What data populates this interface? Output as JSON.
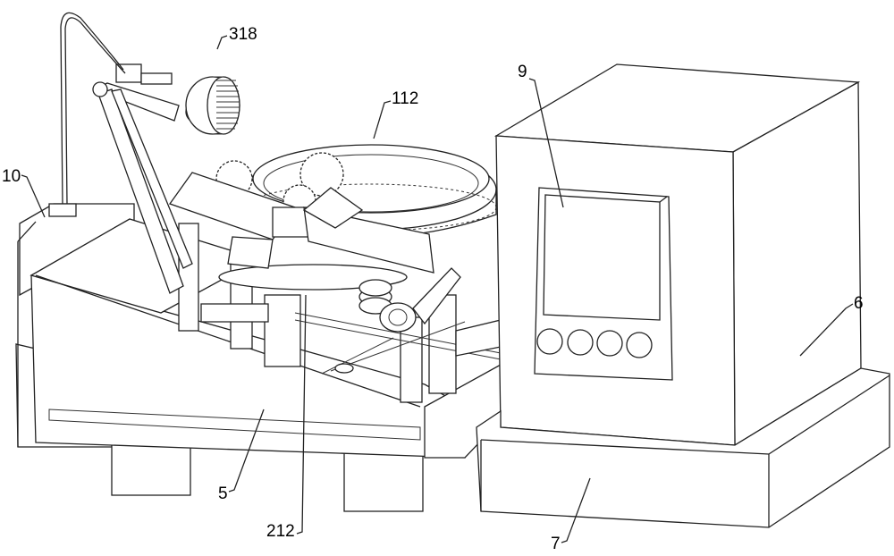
{
  "figure": {
    "labels": {
      "l318": "318",
      "l112": "112",
      "l9": "9",
      "l10": "10",
      "l6": "6",
      "l5": "5",
      "l212": "212",
      "l7": "7"
    }
  }
}
